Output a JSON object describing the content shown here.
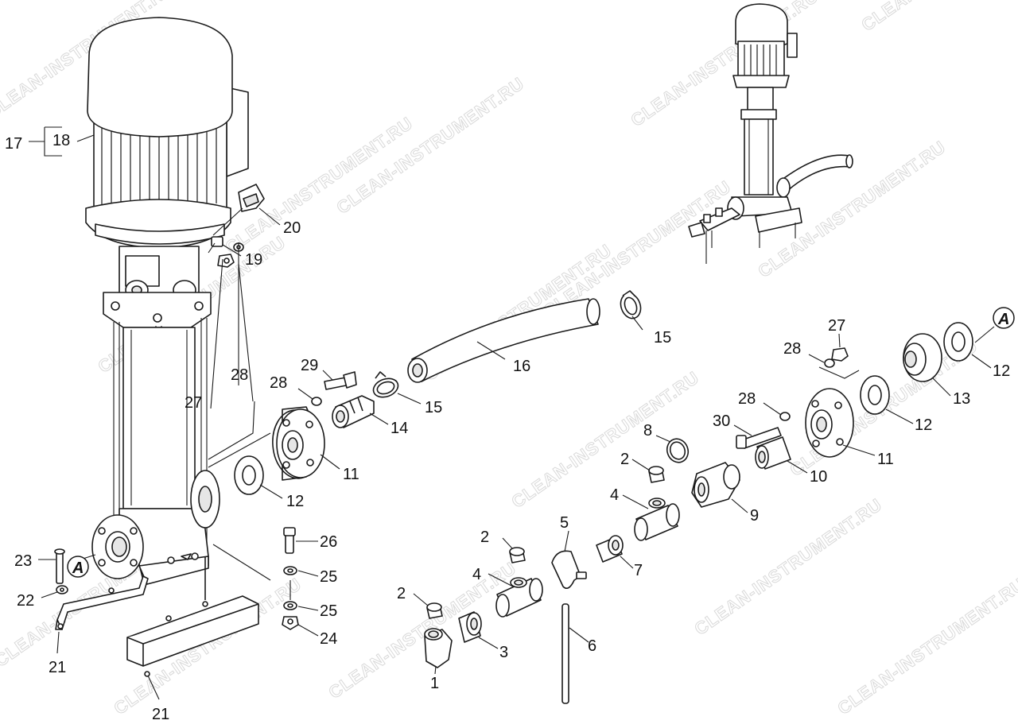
{
  "watermark": "CLEAN-INSTRUMENT.RU",
  "reference_marker": "A",
  "callouts": [
    {
      "id": "c1",
      "label": "1"
    },
    {
      "id": "c2a",
      "label": "2"
    },
    {
      "id": "c2b",
      "label": "2"
    },
    {
      "id": "c2c",
      "label": "2"
    },
    {
      "id": "c3",
      "label": "3"
    },
    {
      "id": "c4a",
      "label": "4"
    },
    {
      "id": "c4b",
      "label": "4"
    },
    {
      "id": "c5",
      "label": "5"
    },
    {
      "id": "c6",
      "label": "6"
    },
    {
      "id": "c7",
      "label": "7"
    },
    {
      "id": "c8",
      "label": "8"
    },
    {
      "id": "c9",
      "label": "9"
    },
    {
      "id": "c10",
      "label": "10"
    },
    {
      "id": "c11a",
      "label": "11"
    },
    {
      "id": "c11b",
      "label": "11"
    },
    {
      "id": "c12a",
      "label": "12"
    },
    {
      "id": "c12b",
      "label": "12"
    },
    {
      "id": "c12c",
      "label": "12"
    },
    {
      "id": "c13",
      "label": "13"
    },
    {
      "id": "c14",
      "label": "14"
    },
    {
      "id": "c15a",
      "label": "15"
    },
    {
      "id": "c15b",
      "label": "15"
    },
    {
      "id": "c16",
      "label": "16"
    },
    {
      "id": "c17",
      "label": "17"
    },
    {
      "id": "c18",
      "label": "18"
    },
    {
      "id": "c19",
      "label": "19"
    },
    {
      "id": "c20",
      "label": "20"
    },
    {
      "id": "c21a",
      "label": "21"
    },
    {
      "id": "c21b",
      "label": "21"
    },
    {
      "id": "c22",
      "label": "22"
    },
    {
      "id": "c23",
      "label": "23"
    },
    {
      "id": "c24",
      "label": "24"
    },
    {
      "id": "c25a",
      "label": "25"
    },
    {
      "id": "c25b",
      "label": "25"
    },
    {
      "id": "c26",
      "label": "26"
    },
    {
      "id": "c27a",
      "label": "27"
    },
    {
      "id": "c27b",
      "label": "27"
    },
    {
      "id": "c28a",
      "label": "28"
    },
    {
      "id": "c28b",
      "label": "28"
    },
    {
      "id": "c28c",
      "label": "28"
    },
    {
      "id": "c28d",
      "label": "28"
    },
    {
      "id": "c29",
      "label": "29"
    },
    {
      "id": "c30",
      "label": "30"
    }
  ]
}
